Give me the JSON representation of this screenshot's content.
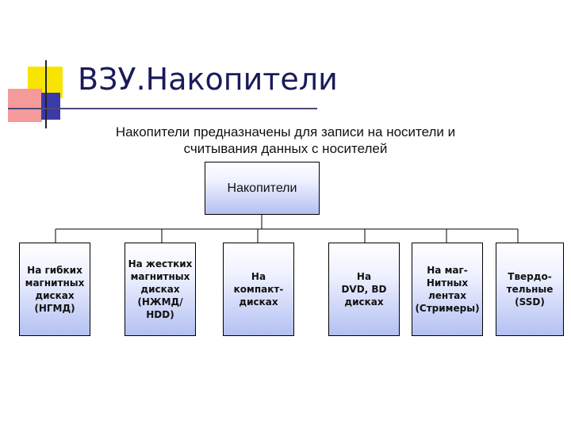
{
  "slide": {
    "title": "ВЗУ.Накопители",
    "subtitle": "Накопители предназначены для записи на носители и\nсчитывания данных с носителей"
  },
  "diagram": {
    "root": "Накопители",
    "children": [
      "На гибких\nмагнитных\nдисках\n(НГМД)",
      "На жестких\nмагнитных\nдисках\n(НЖМД/\nHDD)",
      "На\nкомпакт-\nдисках",
      "На\nDVD, BD\nдисках",
      "На маг-\nНитных\nлентах\n(Стримеры)",
      "Твердо-\nтельные\n(SSD)"
    ]
  },
  "colors": {
    "box_gradient_end": "#b4c0f2",
    "title_text": "#1a1a5a",
    "deco_yellow": "#f7e400",
    "deco_red": "#f26a6a",
    "deco_blue": "#3a3aa8"
  }
}
